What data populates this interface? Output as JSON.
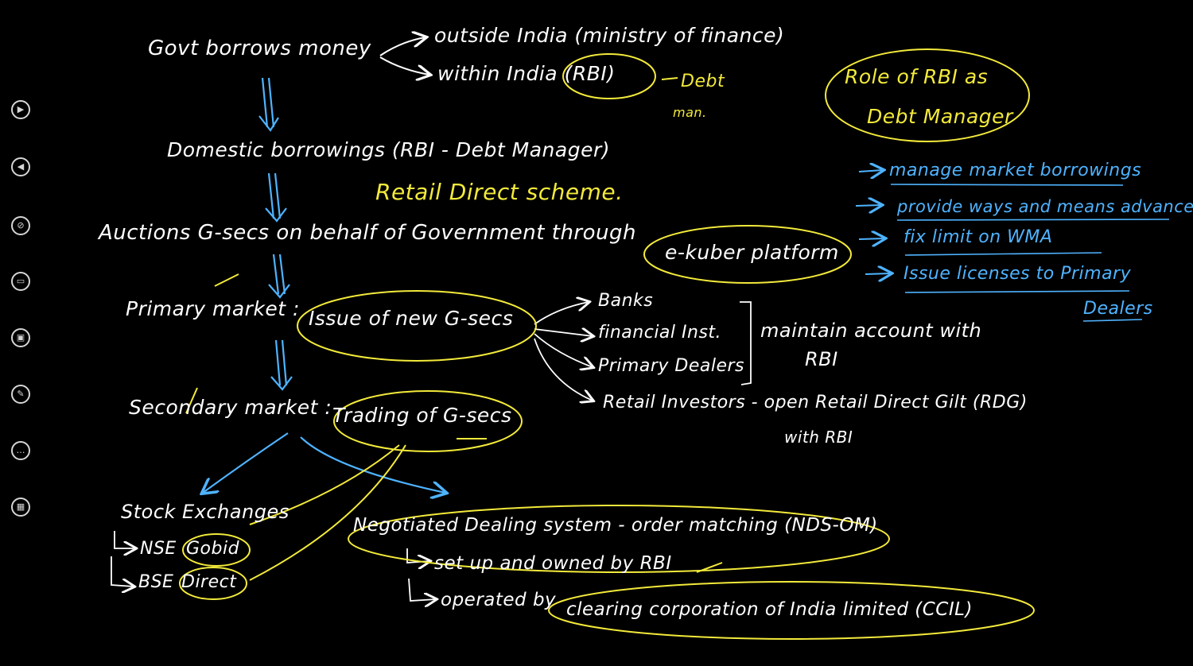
{
  "colors": {
    "background": "#000000",
    "chalk": "#ffffff",
    "highlight": "#f3ea3a",
    "accent": "#4fb3ff"
  },
  "toolbar": {
    "tools": [
      {
        "name": "play-icon",
        "glyph": "▶"
      },
      {
        "name": "back-icon",
        "glyph": "◀"
      },
      {
        "name": "hide-ink-icon",
        "glyph": "⊘"
      },
      {
        "name": "subtitles-icon",
        "glyph": "▭"
      },
      {
        "name": "video-icon",
        "glyph": "▣"
      },
      {
        "name": "edit-slide-icon",
        "glyph": "✎"
      },
      {
        "name": "more-options-icon",
        "glyph": "…"
      },
      {
        "name": "display-settings-icon",
        "glyph": "▦"
      }
    ]
  },
  "notes": {
    "govt_borrows": "Govt borrows money",
    "outside_india": "outside India (ministry of finance)",
    "within_india": "within India (RBI)",
    "debt_man_1": "Debt",
    "debt_man_2": "man.",
    "domestic": "Domestic borrowings (RBI - Debt Manager)",
    "retail_direct": "Retail Direct scheme.",
    "auctions": "Auctions G-secs on behalf of Government through",
    "ekuber": "e-kuber platform",
    "primary_label": "Primary market :",
    "primary_issue": "Issue of new G-secs",
    "banks": "Banks",
    "financial": "financial Inst.",
    "primary_dealers": "Primary Dealers",
    "retail_investors": "Retail Investors - open Retail Direct Gilt (RDG)",
    "with_rbi": "with RBI",
    "maintain_1": "maintain account with",
    "maintain_2": "RBI",
    "secondary_label": "Secondary market :",
    "secondary_trading": "Trading of G-secs",
    "stock_exchanges": "Stock Exchanges",
    "nse": "NSE",
    "nse_goBid": "Gobid",
    "bse": "BSE",
    "bse_direct": "Direct",
    "ndsom": "Negotiated Dealing system - order matching (NDS-OM)",
    "setup": "set up and owned by RBI",
    "operated": "operated by",
    "ccil": "clearing corporation of India limited (CCIL)"
  },
  "rbi_role": {
    "title_1": "Role of RBI as",
    "title_2": "Debt Manager",
    "items": [
      "manage market borrowings",
      "provide ways and means advance",
      "fix limit on WMA",
      "Issue licenses to Primary"
    ],
    "items_tail": "Dealers"
  }
}
